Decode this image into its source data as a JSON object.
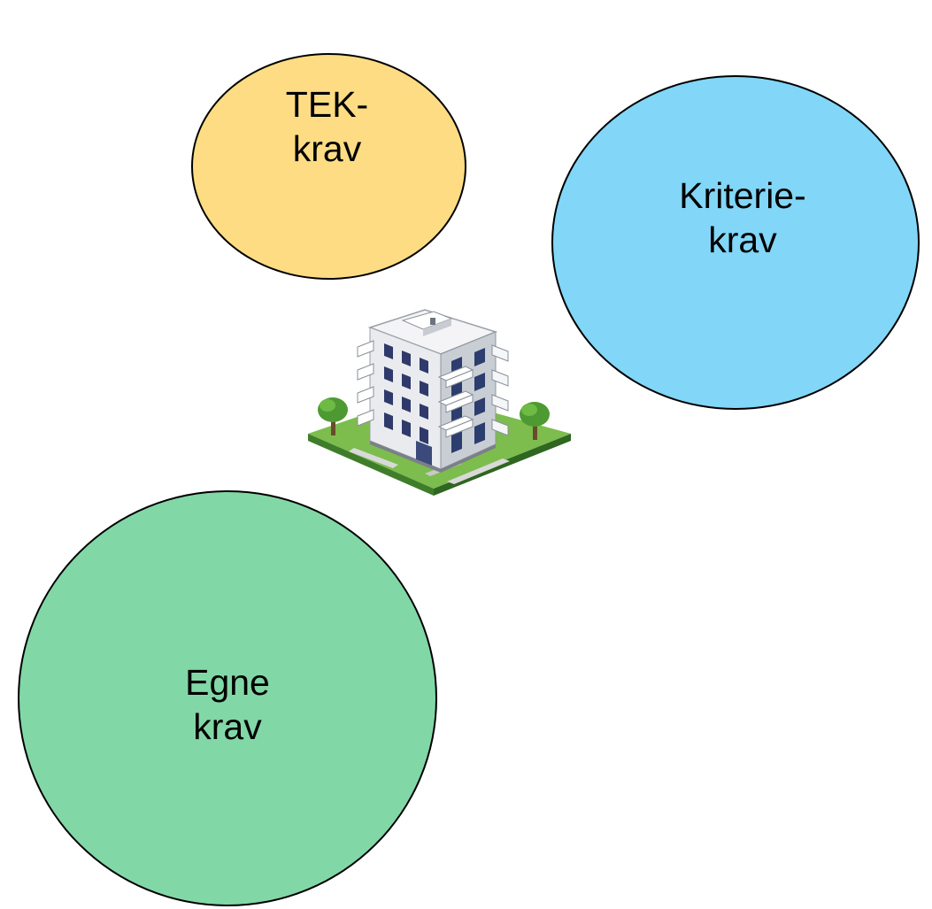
{
  "circles": {
    "tek": {
      "line1": "TEK-",
      "line2": "krav",
      "fill": "#FEDC84"
    },
    "kriterie": {
      "line1": "Kriterie-",
      "line2": "krav",
      "fill": "#82D6F7"
    },
    "egne": {
      "line1": "Egne",
      "line2": "krav",
      "fill": "#82D7A7"
    }
  },
  "illustration": {
    "icon": "apartment-building-icon"
  }
}
